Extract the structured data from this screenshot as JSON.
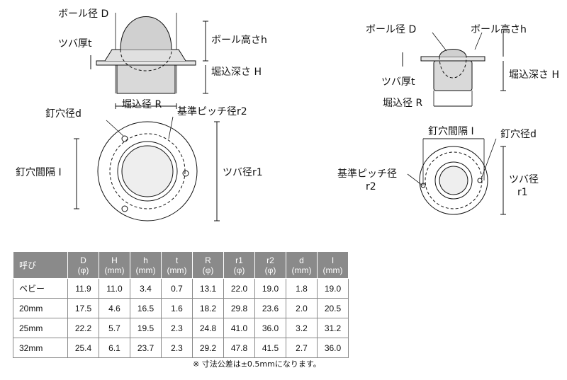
{
  "left_view": {
    "ball_dia": "ボール径 D",
    "flange_thk": "ツバ厚t",
    "ball_height": "ボール高さh",
    "bore_depth": "堀込深さ H",
    "bore_dia": "堀込径 R",
    "hole_dia": "釘穴径d",
    "pitch_dia": "基準ピッチ径r2",
    "hole_spacing": "釘穴間隔 I",
    "flange_dia": "ツバ径r1"
  },
  "right_view": {
    "ball_dia": "ボール径 D",
    "ball_height": "ボール高さh",
    "flange_thk": "ツバ厚t",
    "bore_depth": "堀込深さ H",
    "bore_dia": "堀込径 R",
    "hole_spacing": "釘穴間隔 I",
    "hole_dia": "釘穴径d",
    "pitch_dia_1": "基準ピッチ径",
    "pitch_dia_2": "r2",
    "flange_dia_1": "ツバ径",
    "flange_dia_2": "r1"
  },
  "table": {
    "headers": [
      {
        "a": "呼び",
        "b": ""
      },
      {
        "a": "D",
        "b": "(φ)"
      },
      {
        "a": "H",
        "b": "(mm)"
      },
      {
        "a": "h",
        "b": "(mm)"
      },
      {
        "a": "t",
        "b": "(mm)"
      },
      {
        "a": "R",
        "b": "(φ)"
      },
      {
        "a": "r1",
        "b": "(φ)"
      },
      {
        "a": "r2",
        "b": "(φ)"
      },
      {
        "a": "d",
        "b": "(mm)"
      },
      {
        "a": "I",
        "b": "(mm)"
      }
    ],
    "rows": [
      [
        "ベビー",
        "11.9",
        "11.0",
        "3.4",
        "0.7",
        "13.1",
        "22.0",
        "19.0",
        "1.8",
        "19.0"
      ],
      [
        "20mm",
        "17.5",
        "4.6",
        "16.5",
        "1.6",
        "18.2",
        "29.8",
        "23.6",
        "2.0",
        "20.5"
      ],
      [
        "25mm",
        "22.2",
        "5.7",
        "19.5",
        "2.3",
        "24.8",
        "41.0",
        "36.0",
        "3.2",
        "31.2"
      ],
      [
        "32mm",
        "25.4",
        "6.1",
        "23.7",
        "2.3",
        "29.2",
        "47.8",
        "41.5",
        "2.7",
        "36.0"
      ]
    ]
  },
  "footnote": "※ 寸法公差は±0.5mmになります。"
}
